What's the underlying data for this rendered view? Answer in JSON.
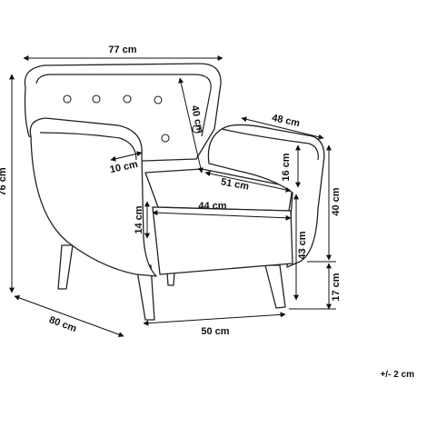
{
  "figure": "armchair-dimension-drawing",
  "dimensions": {
    "total_width": "77 cm",
    "total_height": "76 cm",
    "total_depth": "80 cm",
    "backrest_height": "40 cm",
    "armrest_depth": "48 cm",
    "armrest_width": "10 cm",
    "armrest_height": "16 cm",
    "seat_depth": "51 cm",
    "seat_width": "44 cm",
    "seat_thickness": "14 cm",
    "seat_height": "43 cm",
    "arm_height_from_legs": "40 cm",
    "leg_height": "17 cm",
    "base_width": "50 cm"
  },
  "tolerance": "+/- 2 cm",
  "colors": {
    "line": "#222222",
    "text": "#111111",
    "background": "#ffffff"
  }
}
